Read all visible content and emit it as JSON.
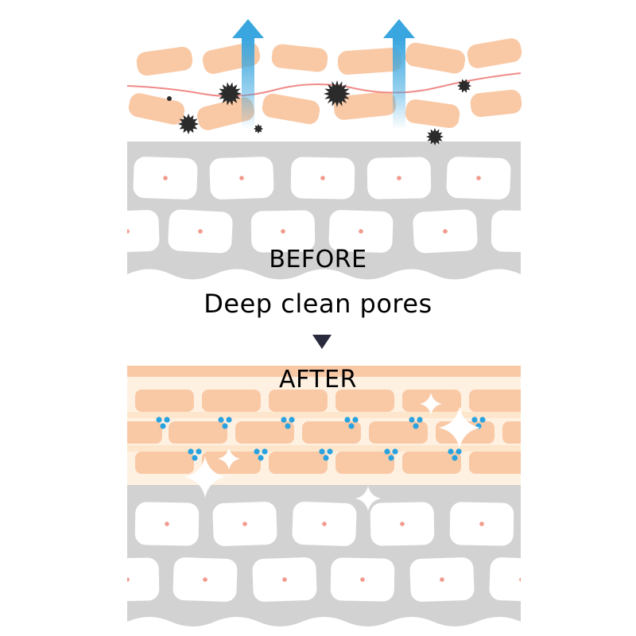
{
  "labels": {
    "before": "BEFORE",
    "subtitle": "Deep clean pores",
    "after": "AFTER"
  },
  "colors": {
    "skin_cell": "#f9c9a6",
    "skin_band": "#fde6cc",
    "skin_band_light": "#fff1e2",
    "dermis": "#d2d2d2",
    "dermis_cell": "#ffffff",
    "nucleus": "#f19a8c",
    "dirt": "#2b2b2b",
    "arrow": "#39a6df",
    "water_dot": "#29a3df",
    "oil_line": "#f08a88"
  },
  "icons": {
    "up_arrows": "up-arrow-icon",
    "dirt": "dirt-particle-icon",
    "sparkle": "sparkle-icon",
    "down_arrow": "triangle-down-icon"
  }
}
